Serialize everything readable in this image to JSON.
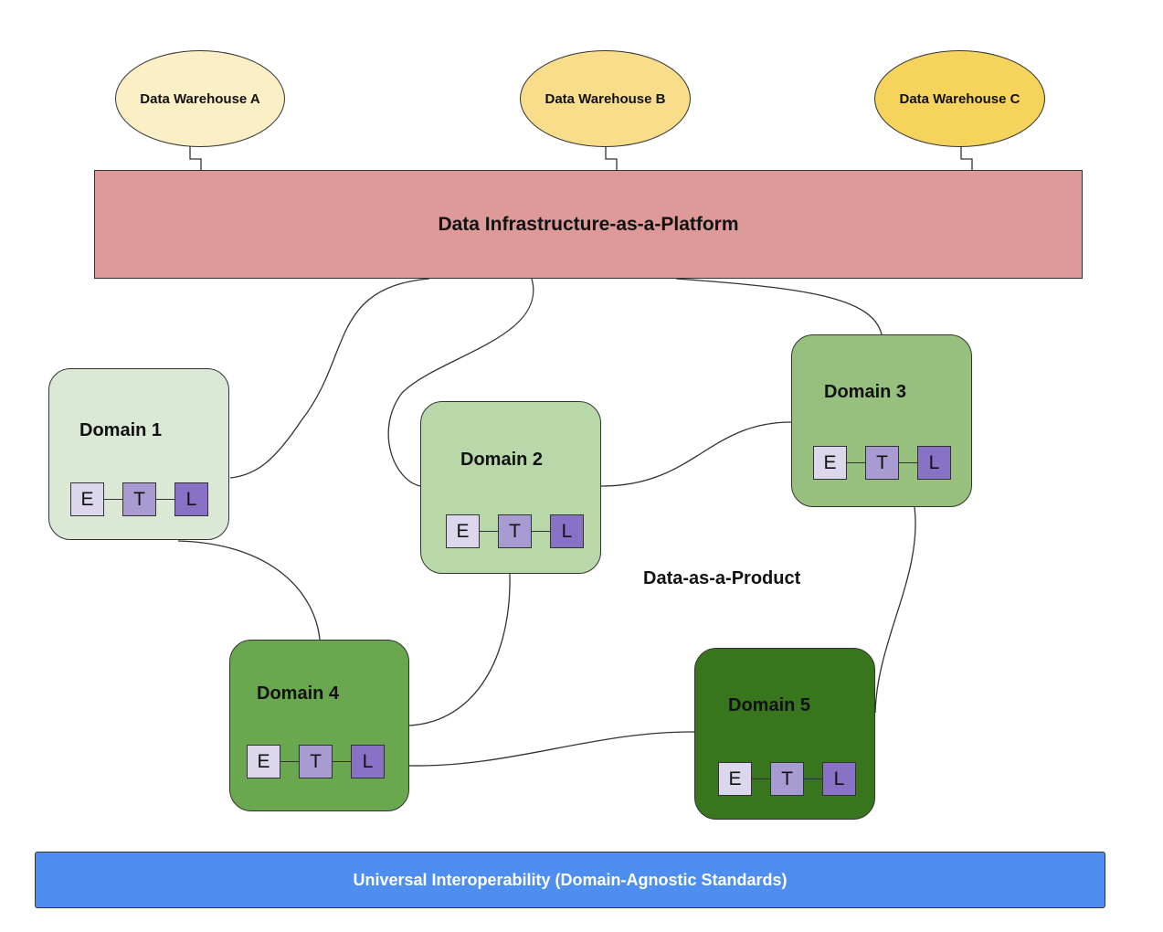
{
  "warehouses": [
    {
      "label": "Data Warehouse A",
      "color": "#fcefc6"
    },
    {
      "label": "Data Warehouse B",
      "color": "#f8de8b"
    },
    {
      "label": "Data Warehouse C",
      "color": "#f5d35c"
    }
  ],
  "platform": {
    "label": "Data Infrastructure-as-a-Platform",
    "color": "#de9a99"
  },
  "domains": [
    {
      "title": "Domain 1",
      "color": "#dbe8d5",
      "etl": [
        "E",
        "T",
        "L"
      ]
    },
    {
      "title": "Domain 2",
      "color": "#b8d8a9",
      "etl": [
        "E",
        "T",
        "L"
      ]
    },
    {
      "title": "Domain 3",
      "color": "#97c07e",
      "etl": [
        "E",
        "T",
        "L"
      ]
    },
    {
      "title": "Domain 4",
      "color": "#6aa84f",
      "etl": [
        "E",
        "T",
        "L"
      ]
    },
    {
      "title": "Domain 5",
      "color": "#38761d",
      "etl": [
        "E",
        "T",
        "L"
      ]
    }
  ],
  "product_label": "Data-as-a-Product",
  "interop_bar": {
    "label": "Universal Interoperability (Domain-Agnostic Standards)",
    "color": "#4e8ef0"
  }
}
